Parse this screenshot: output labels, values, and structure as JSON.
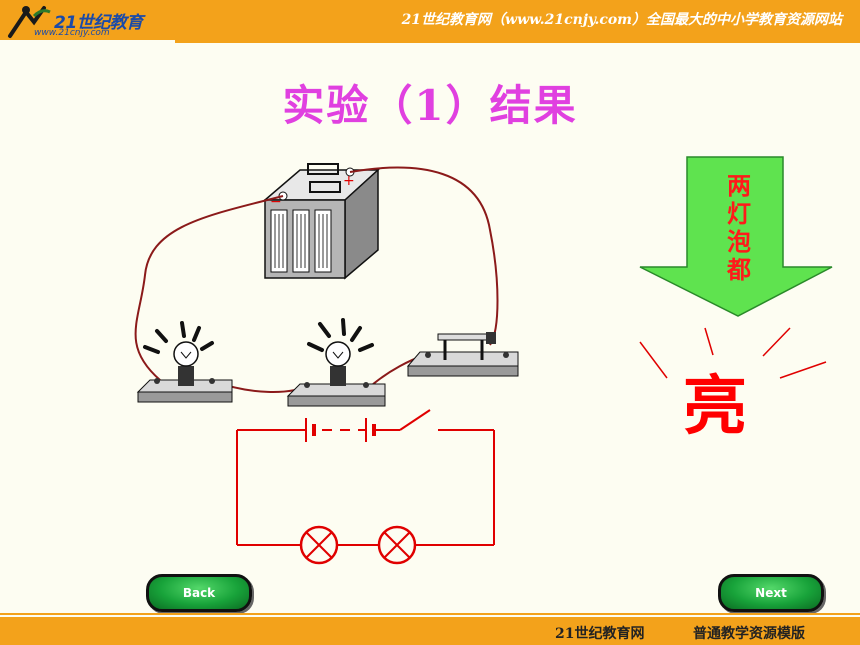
{
  "header": {
    "logo_main": "21世纪教育",
    "logo_sub": "www.21cnjy.com",
    "site_title": "21世纪教育网（www.21cnjy.com）全国最大的中小学教育资源网站"
  },
  "slide": {
    "title": "实验（1）结果",
    "arrow_text": "两灯泡都",
    "result_text": "亮"
  },
  "nav": {
    "back_label": "Back",
    "next_label": "Next"
  },
  "footer": {
    "left": "21世纪教育网",
    "right": "普通教学资源模版"
  },
  "colors": {
    "header_bar": "#f3a21b",
    "title": "#e040e0",
    "circuit": "#e00000",
    "arrow": "#5fe34f",
    "result": "#ff0000"
  }
}
